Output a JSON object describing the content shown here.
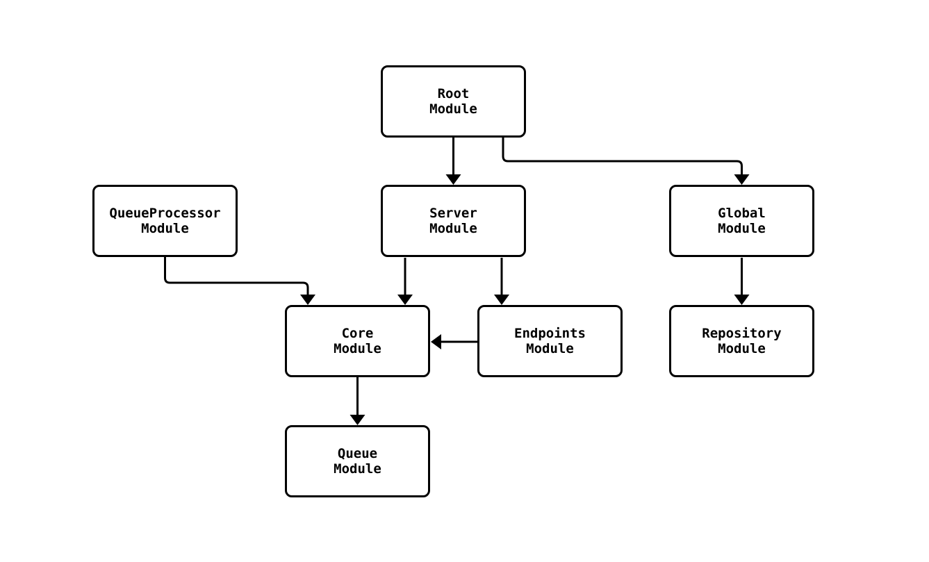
{
  "diagram": {
    "type": "module-dependency-flowchart",
    "colors": {
      "background": "#ffffff",
      "node_fill": "#ffffff",
      "node_border": "#000000",
      "edge_stroke": "#000000",
      "text": "#000000"
    },
    "nodes": {
      "root": {
        "line1": "Root",
        "line2": "Module"
      },
      "queueprocessor": {
        "line1": "QueueProcessor",
        "line2": "Module"
      },
      "server": {
        "line1": "Server",
        "line2": "Module"
      },
      "global": {
        "line1": "Global",
        "line2": "Module"
      },
      "core": {
        "line1": "Core",
        "line2": "Module"
      },
      "endpoints": {
        "line1": "Endpoints",
        "line2": "Module"
      },
      "repository": {
        "line1": "Repository",
        "line2": "Module"
      },
      "queue": {
        "line1": "Queue",
        "line2": "Module"
      }
    },
    "edges": [
      {
        "from": "Root Module",
        "to": "Server Module"
      },
      {
        "from": "Root Module",
        "to": "Global Module"
      },
      {
        "from": "QueueProcessor Module",
        "to": "Core Module"
      },
      {
        "from": "Server Module",
        "to": "Core Module"
      },
      {
        "from": "Server Module",
        "to": "Endpoints Module"
      },
      {
        "from": "Endpoints Module",
        "to": "Core Module"
      },
      {
        "from": "Core Module",
        "to": "Queue Module"
      },
      {
        "from": "Global Module",
        "to": "Repository Module"
      }
    ]
  }
}
